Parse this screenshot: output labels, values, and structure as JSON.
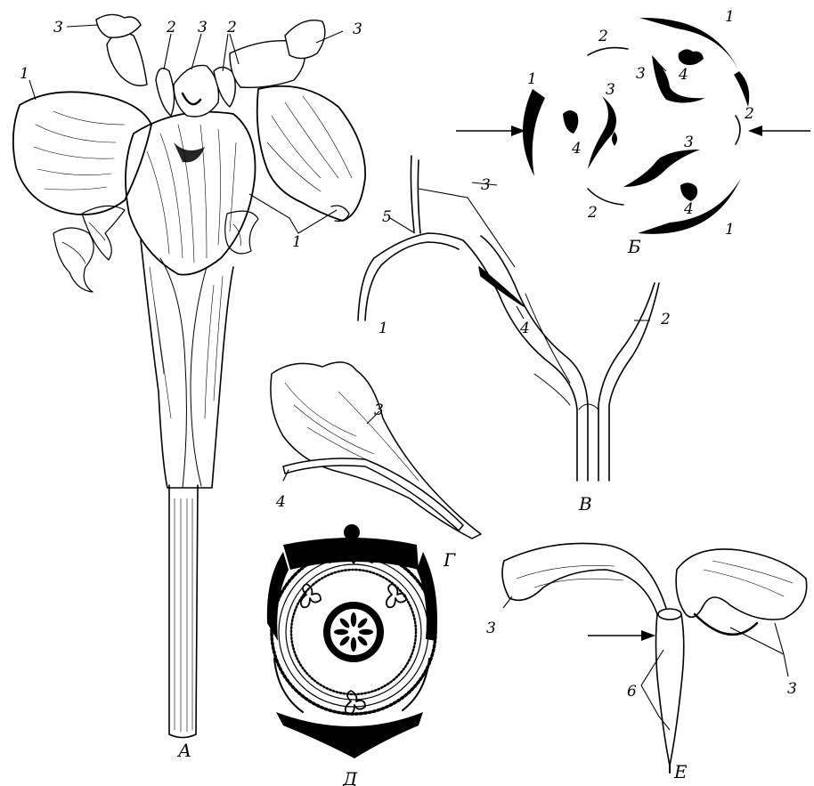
{
  "figure": {
    "panels": {
      "A": "А",
      "B": "Б",
      "V": "В",
      "G": "Г",
      "D": "Д",
      "E": "Е"
    },
    "callouts": {
      "n1": "1",
      "n2": "2",
      "n3": "3",
      "n4": "4",
      "n5": "5",
      "n6": "6"
    },
    "style": {
      "ink": "#000000",
      "background": "#ffffff"
    }
  }
}
